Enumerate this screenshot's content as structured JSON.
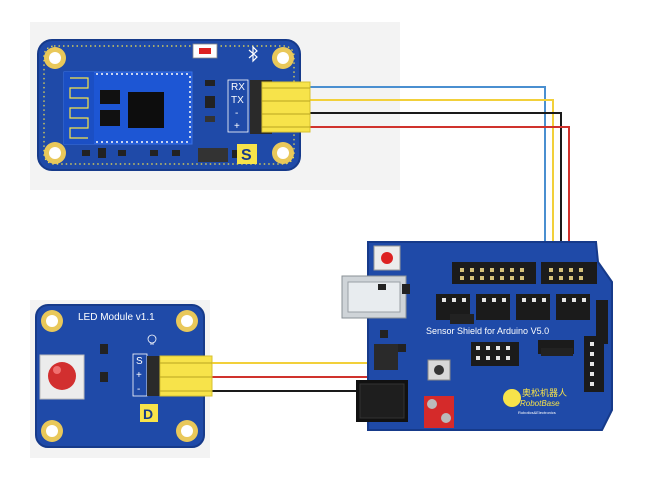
{
  "bt_module": {
    "pins": [
      "RX",
      "TX",
      "-",
      "+"
    ],
    "logo_letter": "S"
  },
  "led_module": {
    "title": "LED Module v1.1",
    "pins": [
      "S",
      "+",
      "-"
    ],
    "logo_letter": "D"
  },
  "shield": {
    "title": "Sensor Shield for Arduino V5.0",
    "brand_cn": "奥松机器人",
    "brand_en": "RobotBase",
    "brand_sub": "Robotics&Electronics"
  },
  "wires": {
    "colors": {
      "blue": "#4a8fd0",
      "yellow": "#f2d03a",
      "black": "#1a1a1a",
      "red": "#d0322d"
    }
  },
  "colors": {
    "pcb_blue": "#1f4aa8",
    "pcb_dark": "#163a8a",
    "connector_yellow": "#f7e34a",
    "header_black": "#1b1b1b"
  }
}
